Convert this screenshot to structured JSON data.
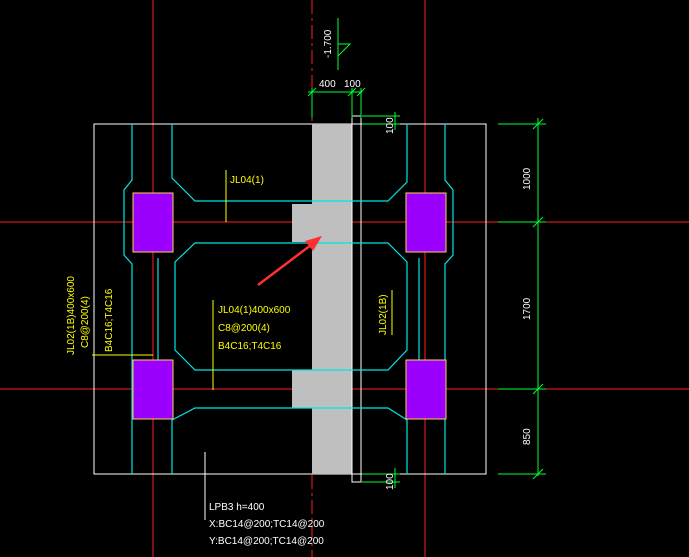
{
  "colors": {
    "background": "#000000",
    "outline": "#ffffff",
    "axis": "#ff2020",
    "beam": "#00e5e5",
    "column_fill": "#9b00ff",
    "column_edge": "#ffd24a",
    "slab": "#bfbfbf",
    "dimension": "#00ff33",
    "annotation": "#ffff00",
    "text": "#ffffff",
    "arrow": "#ff3030"
  },
  "elevation": {
    "value": "-1.700"
  },
  "top_dims": {
    "left": "400",
    "right": "100"
  },
  "right_dims": {
    "d1": "1000",
    "d2": "1700",
    "d3": "850"
  },
  "small_dims": {
    "top": "100",
    "bottom": "100"
  },
  "beam_labels": {
    "top_beam": "JL04(1)",
    "middle_beam_line1": "JL04(1)400x600",
    "middle_beam_line2": "C8@200(4)",
    "middle_beam_line3": "B4C16;T4C16",
    "left_beam_line1": "JL02(1B)400x600",
    "left_beam_line2": "C8@200(4)",
    "left_beam_line3": "B4C16;T4C16",
    "right_beam": "JL02(1B)"
  },
  "slab_label": {
    "line1": "LPB3 h=400",
    "line2": "X:BC14@200;TC14@200",
    "line3": "Y:BC14@200;TC14@200"
  }
}
